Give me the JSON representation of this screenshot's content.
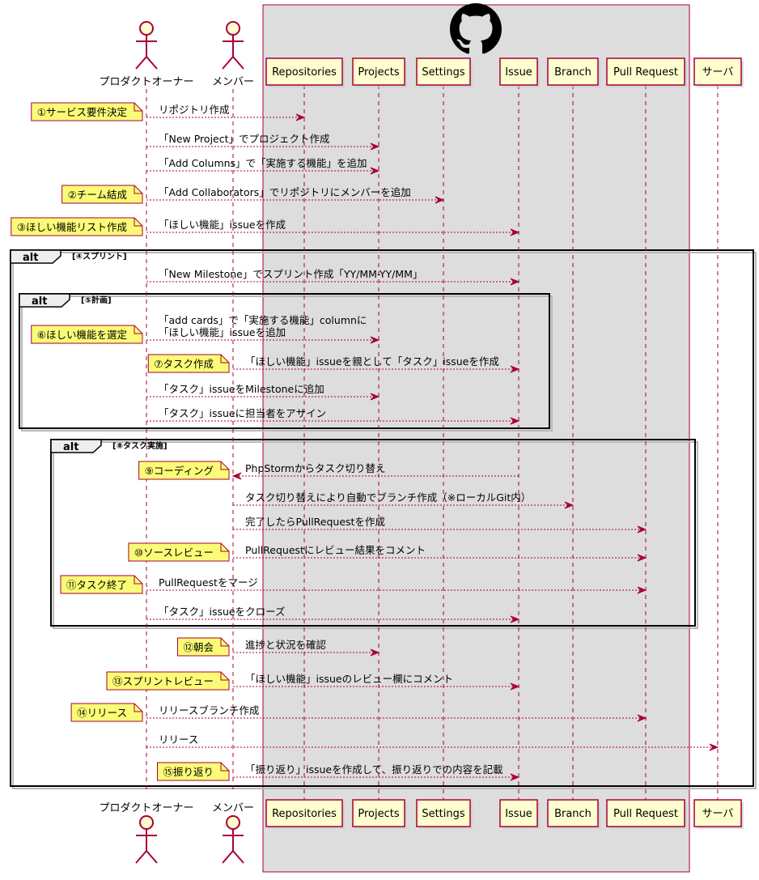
{
  "participants": [
    {
      "id": "po",
      "type": "actor",
      "label": "プロダクトオーナー"
    },
    {
      "id": "member",
      "type": "actor",
      "label": "メンバー"
    },
    {
      "id": "repos",
      "type": "box",
      "label": "Repositories"
    },
    {
      "id": "projects",
      "type": "box",
      "label": "Projects"
    },
    {
      "id": "settings",
      "type": "box",
      "label": "Settings"
    },
    {
      "id": "issue",
      "type": "box",
      "label": "Issue"
    },
    {
      "id": "branch",
      "type": "box",
      "label": "Branch"
    },
    {
      "id": "pr",
      "type": "box",
      "label": "Pull Request"
    },
    {
      "id": "server",
      "type": "box",
      "label": "サーバ"
    }
  ],
  "group_box": {
    "icon": "github-octocat-icon",
    "color": "#DDDDDD",
    "border": "#A80036"
  },
  "messages": [
    {
      "from": "po",
      "to": "repos",
      "text": [
        "リポジトリ作成"
      ],
      "note": "①サービス要件決定"
    },
    {
      "from": "po",
      "to": "projects",
      "text": [
        "「New Project」でプロジェクト作成"
      ]
    },
    {
      "from": "po",
      "to": "projects",
      "text": [
        "「Add Columns」で「実施する機能」を追加"
      ]
    },
    {
      "from": "po",
      "to": "settings",
      "text": [
        "「Add Collaborators」でリポジトリにメンバーを追加"
      ],
      "note": "②チーム結成"
    },
    {
      "from": "po",
      "to": "issue",
      "text": [
        "「ほしい機能」issueを作成"
      ],
      "note": "③ほしい機能リスト作成"
    },
    {
      "from": "po",
      "to": "issue",
      "text": [
        "「New Milestone」でスプリント作成「YY/MM-YY/MM」"
      ]
    },
    {
      "from": "po",
      "to": "projects",
      "text": [
        "「add cards」で「実施する機能」columnに",
        "「ほしい機能」issueを追加"
      ],
      "note": "⑥ほしい機能を選定"
    },
    {
      "from": "member",
      "to": "issue",
      "text": [
        "「ほしい機能」issueを親として「タスク」issueを作成"
      ],
      "note": "⑦タスク作成"
    },
    {
      "from": "po",
      "to": "projects",
      "text": [
        "「タスク」issueをMilestoneに追加"
      ]
    },
    {
      "from": "po",
      "to": "issue",
      "text": [
        "「タスク」issueに担当者をアサイン"
      ]
    },
    {
      "from": "issue",
      "to": "member",
      "text": [
        "PhpStormからタスク切り替え"
      ],
      "note": "⑨コーディング"
    },
    {
      "from": "member",
      "to": "branch",
      "text": [
        "タスク切り替えにより自動でブランチ作成（※ローカルGit内）"
      ]
    },
    {
      "from": "member",
      "to": "pr",
      "text": [
        "完了したらPullRequestを作成"
      ]
    },
    {
      "from": "member",
      "to": "pr",
      "text": [
        "PullRequestにレビュー結果をコメント"
      ],
      "note": "⑩ソースレビュー"
    },
    {
      "from": "po",
      "to": "pr",
      "text": [
        "PullRequestをマージ"
      ],
      "note": "⑪タスク終了"
    },
    {
      "from": "po",
      "to": "issue",
      "text": [
        "「タスク」issueをクローズ"
      ]
    },
    {
      "from": "member",
      "to": "projects",
      "text": [
        "進捗と状況を確認"
      ],
      "note": "⑫朝会"
    },
    {
      "from": "member",
      "to": "issue",
      "text": [
        "「ほしい機能」issueのレビュー欄にコメント"
      ],
      "note": "⑬スプリントレビュー"
    },
    {
      "from": "po",
      "to": "pr",
      "text": [
        "リリースブランチ作成"
      ],
      "note": "⑭リリース"
    },
    {
      "from": "po",
      "to": "server",
      "text": [
        "リリース"
      ]
    },
    {
      "from": "member",
      "to": "issue",
      "text": [
        "「振り返り」issueを作成して、振り返りでの内容を記載"
      ],
      "note": "⑮振り返り"
    }
  ],
  "fragments": [
    {
      "keyword": "alt",
      "condition": "[④スプリント]"
    },
    {
      "keyword": "alt",
      "condition": "[⑤計画]"
    },
    {
      "keyword": "alt",
      "condition": "[⑧タスク実施]"
    }
  ],
  "colors": {
    "line": "#A80036",
    "participant_fill": "#FEFECE",
    "note_fill": "#FBFB77",
    "text": "#000000"
  }
}
